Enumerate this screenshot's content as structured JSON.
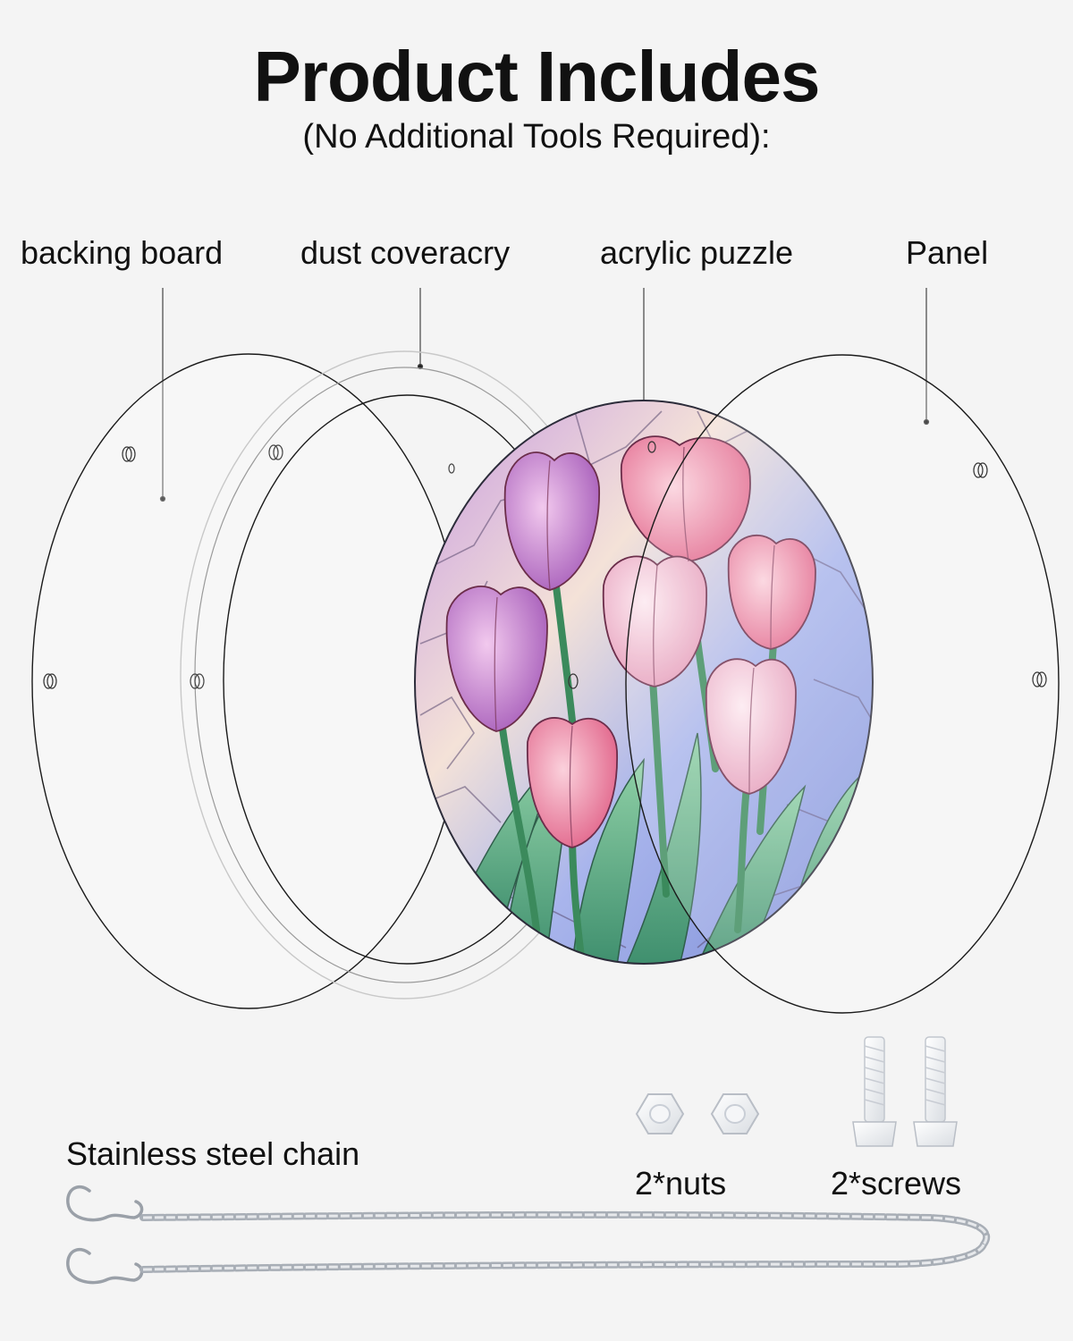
{
  "header": {
    "title": "Product Includes",
    "subtitle": "(No Additional Tools Required):"
  },
  "parts": {
    "backing_board": "backing board",
    "dust_cover": "dust coveracry",
    "acrylic_puzzle": "acrylic puzzle",
    "panel": "Panel"
  },
  "accessories": {
    "chain": "Stainless steel chain",
    "nuts": "2*nuts",
    "screws": "2*screws"
  },
  "colors": {
    "background": "#f4f4f4",
    "text": "#111111",
    "outline": "#1a1a1a",
    "tulip_pink": "#e86a8c",
    "tulip_purple": "#b56cc4",
    "leaf_green": "#5aa870",
    "glass_blue": "#8aa6df"
  }
}
